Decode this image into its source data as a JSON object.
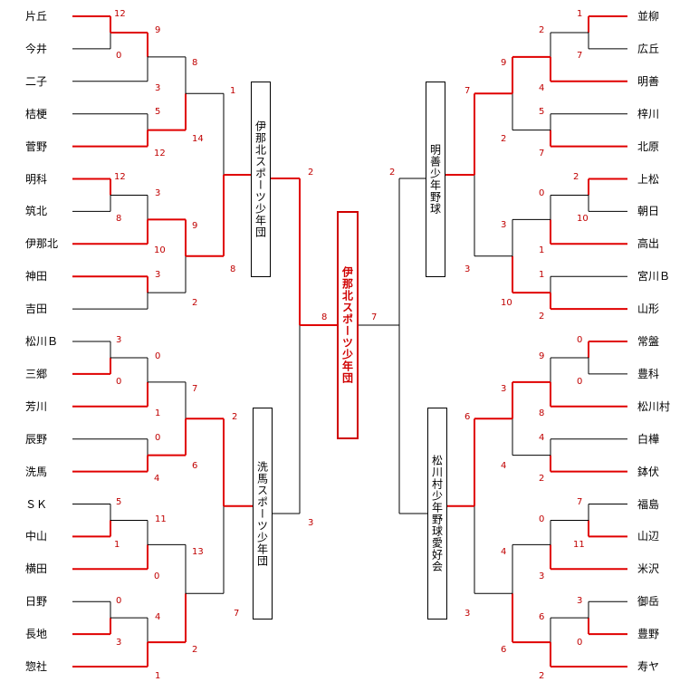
{
  "left_teams": [
    "片丘",
    "今井",
    "二子",
    "桔梗",
    "菅野",
    "明科",
    "筑北",
    "伊那北",
    "神田",
    "吉田",
    "松川Ｂ",
    "三郷",
    "芳川",
    "辰野",
    "洗馬",
    "ＳＫ",
    "中山",
    "横田",
    "日野",
    "長地",
    "惣社"
  ],
  "right_teams": [
    "並柳",
    "広丘",
    "明善",
    "梓川",
    "北原",
    "上松",
    "朝日",
    "高出",
    "宮川Ｂ",
    "山形",
    "常盤",
    "豊科",
    "松川村",
    "白樺",
    "鉢伏",
    "福島",
    "山辺",
    "米沢",
    "御岳",
    "豊野",
    "寿ヤ"
  ],
  "boxes": {
    "top_left": "伊那北スポーツ少年団",
    "bottom_left": "洗馬スポーツ少年団",
    "top_right": "明善少年野球",
    "bottom_right": "松川村少年野球愛好会",
    "champion": "伊那北スポーツ少年団"
  },
  "scores": [
    "12",
    "0",
    "9",
    "3",
    "8",
    "5",
    "12",
    "14",
    "1",
    "12",
    "8",
    "3",
    "10",
    "9",
    "3",
    "2",
    "8",
    "3",
    "0",
    "0",
    "1",
    "7",
    "0",
    "4",
    "6",
    "2",
    "5",
    "1",
    "11",
    "0",
    "13",
    "0",
    "3",
    "4",
    "1",
    "2",
    "7",
    "2",
    "8",
    "3",
    "1",
    "7",
    "2",
    "4",
    "9",
    "5",
    "7",
    "2",
    "7",
    "2",
    "10",
    "0",
    "1",
    "3",
    "1",
    "2",
    "10",
    "3",
    "2",
    "7",
    "0",
    "0",
    "9",
    "8",
    "3",
    "4",
    "2",
    "4",
    "6",
    "7",
    "11",
    "0",
    "3",
    "4",
    "3",
    "0",
    "6",
    "2",
    "6",
    "3"
  ],
  "colors": {
    "win": "#e00000",
    "lose": "#000000",
    "score": "#c00000"
  }
}
